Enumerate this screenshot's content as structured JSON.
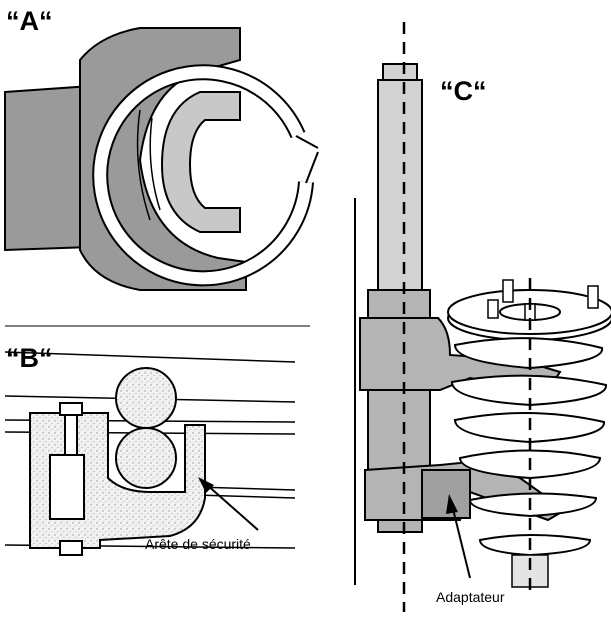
{
  "panels": {
    "a": {
      "label": "“A“"
    },
    "b": {
      "label": "“B“",
      "callout": "Arête de sécurité"
    },
    "c": {
      "label": "“C“",
      "callout": "Adaptateur"
    }
  },
  "colors": {
    "ink": "#000000",
    "tool_fill": "#9a9a9a",
    "tool_light": "#c8c8c8",
    "strut_fill": "#b4b4b4",
    "strut_light": "#d2d2d2",
    "stipple": "#ececec",
    "background": "#ffffff"
  }
}
